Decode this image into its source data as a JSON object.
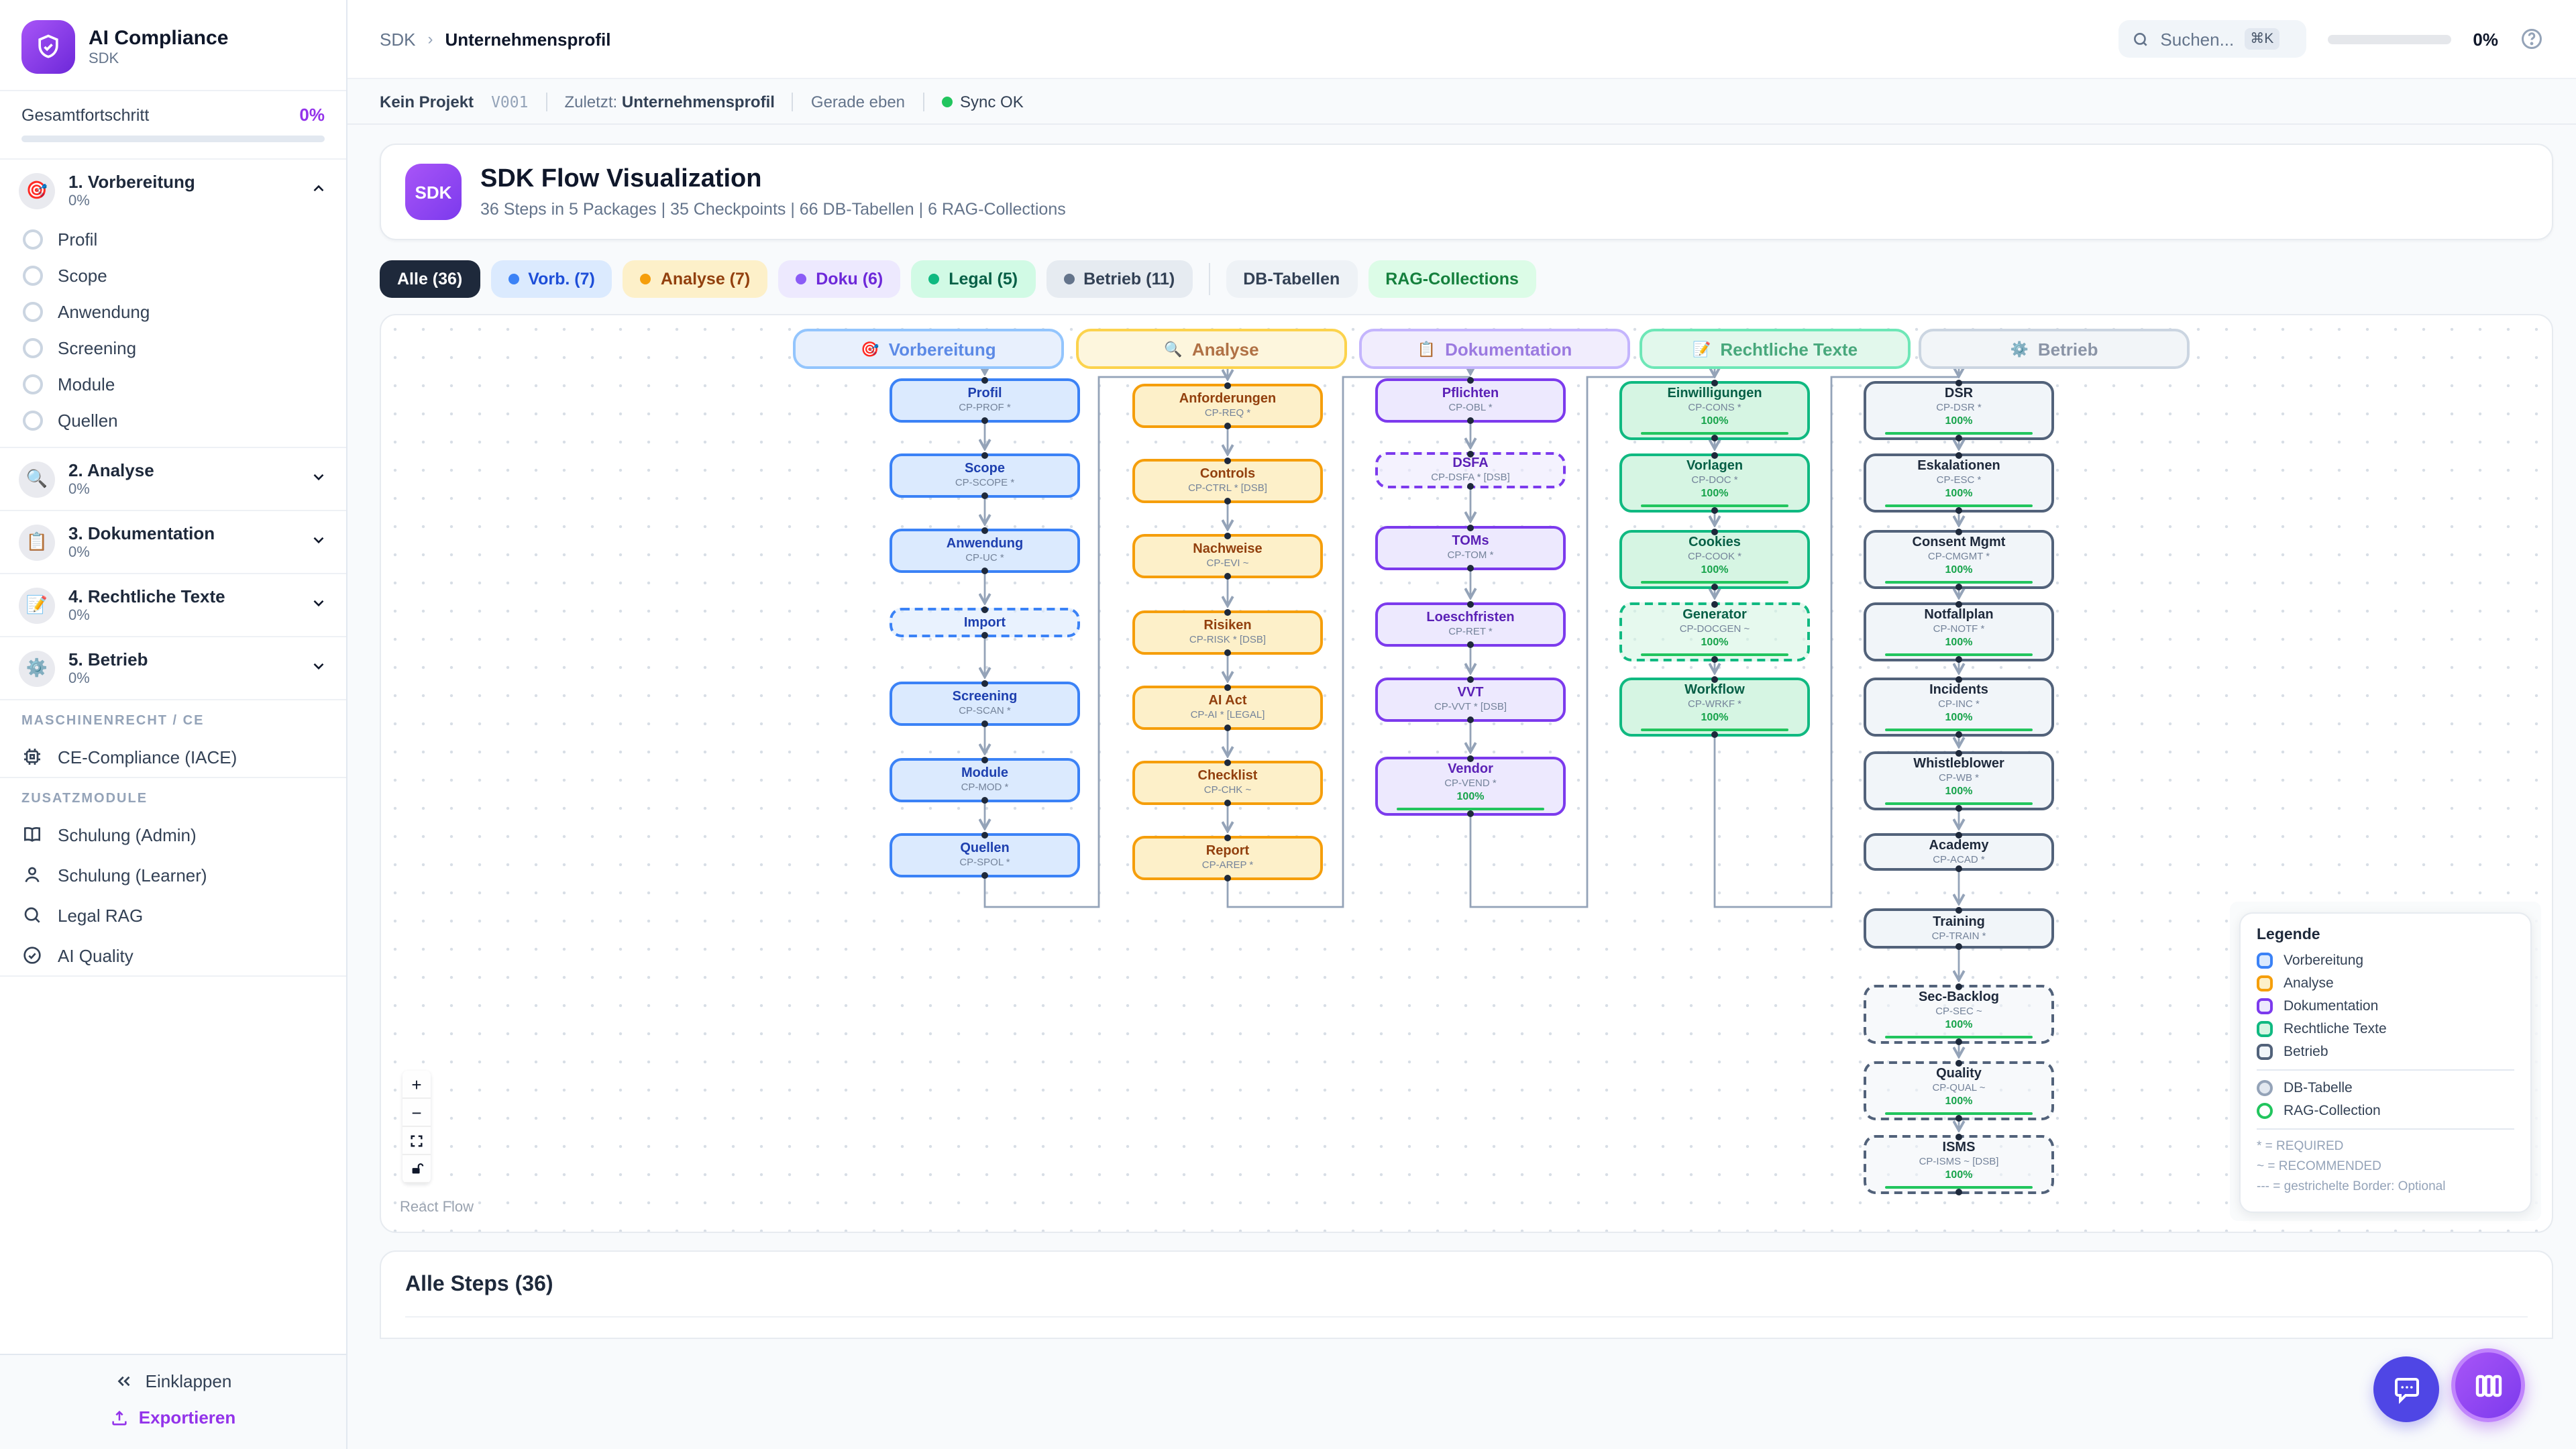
{
  "sidebar": {
    "brand": {
      "title": "AI Compliance",
      "subtitle": "SDK"
    },
    "overall": {
      "label": "Gesamtfortschritt",
      "value": "0%"
    },
    "sections": [
      {
        "emoji": "🎯",
        "label": "1. Vorbereitung",
        "pct": "0%",
        "expanded": true,
        "items": [
          "Profil",
          "Scope",
          "Anwendung",
          "Screening",
          "Module",
          "Quellen"
        ]
      },
      {
        "emoji": "🔍",
        "label": "2. Analyse",
        "pct": "0%",
        "expanded": false,
        "items": []
      },
      {
        "emoji": "📋",
        "label": "3. Dokumentation",
        "pct": "0%",
        "expanded": false,
        "items": []
      },
      {
        "emoji": "📝",
        "label": "4. Rechtliche Texte",
        "pct": "0%",
        "expanded": false,
        "items": []
      },
      {
        "emoji": "⚙️",
        "label": "5. Betrieb",
        "pct": "0%",
        "expanded": false,
        "items": []
      }
    ],
    "groups": [
      {
        "header": "MASCHINENRECHT / CE",
        "items": [
          {
            "icon": "chip-icon",
            "label": "CE-Compliance (IACE)"
          }
        ]
      },
      {
        "header": "ZUSATZMODULE",
        "items": [
          {
            "icon": "book-icon",
            "label": "Schulung (Admin)"
          },
          {
            "icon": "user-icon",
            "label": "Schulung (Learner)"
          },
          {
            "icon": "search-icon",
            "label": "Legal RAG"
          },
          {
            "icon": "check-circle-icon",
            "label": "AI Quality"
          }
        ]
      }
    ],
    "footer": {
      "collapse": "Einklappen",
      "export": "Exportieren"
    }
  },
  "header": {
    "breadcrumb": {
      "root": "SDK",
      "current": "Unternehmensprofil"
    },
    "search": {
      "placeholder": "Suchen...",
      "shortcut": "⌘K"
    },
    "progress": "0%"
  },
  "statusbar": {
    "project": "Kein Projekt",
    "version": "V001",
    "last_label": "Zuletzt:",
    "last_value": "Unternehmensprofil",
    "time": "Gerade eben",
    "sync": "Sync OK"
  },
  "overview": {
    "badge": "SDK",
    "title": "SDK Flow Visualization",
    "subtitle": "36 Steps in 5 Packages | 35 Checkpoints | 66 DB-Tabellen | 6 RAG-Collections"
  },
  "filters": {
    "pills": [
      {
        "label": "Alle (36)",
        "style": "all",
        "dot": null
      },
      {
        "label": "Vorb. (7)",
        "style": "blue",
        "dot": "#3b82f6"
      },
      {
        "label": "Analyse (7)",
        "style": "yellow",
        "dot": "#f59e0b"
      },
      {
        "label": "Doku (6)",
        "style": "purple",
        "dot": "#8b5cf6"
      },
      {
        "label": "Legal (5)",
        "style": "green",
        "dot": "#10b981"
      },
      {
        "label": "Betrieb (11)",
        "style": "slate",
        "dot": "#64748b"
      }
    ],
    "extra": [
      {
        "label": "DB-Tabellen",
        "style": "gray"
      },
      {
        "label": "RAG-Collections",
        "style": "rag"
      }
    ]
  },
  "flow": {
    "packages": [
      {
        "emoji": "🎯",
        "name": "Vorbereitung",
        "color": "blue",
        "steps": [
          {
            "title": "Profil",
            "code": "CP-PROF *"
          },
          {
            "title": "Scope",
            "code": "CP-SCOPE *"
          },
          {
            "title": "Anwendung",
            "code": "CP-UC *"
          },
          {
            "title": "Import",
            "code": "",
            "dashed": true
          },
          {
            "title": "Screening",
            "code": "CP-SCAN *"
          },
          {
            "title": "Module",
            "code": "CP-MOD *"
          },
          {
            "title": "Quellen",
            "code": "CP-SPOL *"
          }
        ]
      },
      {
        "emoji": "🔍",
        "name": "Analyse",
        "color": "yellow",
        "steps": [
          {
            "title": "Anforderungen",
            "code": "CP-REQ *"
          },
          {
            "title": "Controls",
            "code": "CP-CTRL * [DSB]"
          },
          {
            "title": "Nachweise",
            "code": "CP-EVI ~"
          },
          {
            "title": "Risiken",
            "code": "CP-RISK * [DSB]"
          },
          {
            "title": "AI Act",
            "code": "CP-AI * [LEGAL]"
          },
          {
            "title": "Checklist",
            "code": "CP-CHK ~"
          },
          {
            "title": "Report",
            "code": "CP-AREP *"
          }
        ]
      },
      {
        "emoji": "📋",
        "name": "Dokumentation",
        "color": "purple",
        "steps": [
          {
            "title": "Pflichten",
            "code": "CP-OBL *"
          },
          {
            "title": "DSFA",
            "code": "CP-DSFA * [DSB]",
            "dashed": true
          },
          {
            "title": "TOMs",
            "code": "CP-TOM *"
          },
          {
            "title": "Loeschfristen",
            "code": "CP-RET *"
          },
          {
            "title": "VVT",
            "code": "CP-VVT * [DSB]"
          },
          {
            "title": "Vendor",
            "code": "CP-VEND *",
            "progress": "100%"
          }
        ]
      },
      {
        "emoji": "📝",
        "name": "Rechtliche Texte",
        "color": "green",
        "steps": [
          {
            "title": "Einwilligungen",
            "code": "CP-CONS *",
            "progress": "100%"
          },
          {
            "title": "Vorlagen",
            "code": "CP-DOC *",
            "progress": "100%"
          },
          {
            "title": "Cookies",
            "code": "CP-COOK *",
            "progress": "100%"
          },
          {
            "title": "Generator",
            "code": "CP-DOCGEN ~",
            "progress": "100%",
            "dashed": true
          },
          {
            "title": "Workflow",
            "code": "CP-WRKF *",
            "progress": "100%"
          }
        ]
      },
      {
        "emoji": "⚙️",
        "name": "Betrieb",
        "color": "slate",
        "steps": [
          {
            "title": "DSR",
            "code": "CP-DSR *",
            "progress": "100%"
          },
          {
            "title": "Eskalationen",
            "code": "CP-ESC *",
            "progress": "100%"
          },
          {
            "title": "Consent Mgmt",
            "code": "CP-CMGMT *",
            "progress": "100%"
          },
          {
            "title": "Notfallplan",
            "code": "CP-NOTF *",
            "progress": "100%"
          },
          {
            "title": "Incidents",
            "code": "CP-INC *",
            "progress": "100%"
          },
          {
            "title": "Whistleblower",
            "code": "CP-WB *",
            "progress": "100%"
          },
          {
            "title": "Academy",
            "code": "CP-ACAD *"
          },
          {
            "title": "Training",
            "code": "CP-TRAIN *"
          },
          {
            "title": "Sec-Backlog",
            "code": "CP-SEC ~",
            "progress": "100%",
            "dashed": true
          },
          {
            "title": "Quality",
            "code": "CP-QUAL ~",
            "progress": "100%",
            "dashed": true
          },
          {
            "title": "ISMS",
            "code": "CP-ISMS ~ [DSB]",
            "progress": "100%",
            "dashed": true
          }
        ]
      }
    ]
  },
  "legend": {
    "title": "Legende",
    "packages": [
      "Vorbereitung",
      "Analyse",
      "Dokumentation",
      "Rechtliche Texte",
      "Betrieb"
    ],
    "db": "DB-Tabelle",
    "rag": "RAG-Collection",
    "notes": [
      "* = REQUIRED",
      "~ = RECOMMENDED",
      "--- = gestrichelte Border: Optional"
    ]
  },
  "flow_controls": {
    "attribution": "React Flow"
  },
  "bottom": {
    "title": "Alle Steps (36)"
  },
  "colors": {
    "accent": "#9333ea",
    "sync_ok": "#22c55e",
    "progress_green": "#22c55e",
    "blue": {
      "bg": "#dbeafe",
      "border": "#3b82f6",
      "text": "#1e40af",
      "head_text": "#5c8ae6",
      "head_border": "#93c5fd",
      "head_bg": "#e8f0fd"
    },
    "yellow": {
      "bg": "#fdf0c9",
      "border": "#f59e0b",
      "text": "#92400e",
      "head_text": "#b07145",
      "head_border": "#fcd34d",
      "head_bg": "#fdf6dd"
    },
    "purple": {
      "bg": "#ede9fe",
      "border": "#7c3aed",
      "text": "#5b21b6",
      "head_text": "#9b7ae0",
      "head_border": "#c4b5fd",
      "head_bg": "#f1edfd"
    },
    "green": {
      "bg": "#d6f5e3",
      "border": "#10b981",
      "text": "#065f46",
      "head_text": "#48a87c",
      "head_border": "#6ee7b7",
      "head_bg": "#e2f8ec"
    },
    "slate": {
      "bg": "#f1f5f9",
      "border": "#52627a",
      "text": "#1e293b",
      "head_text": "#8a94a6",
      "head_border": "#cbd5e1",
      "head_bg": "#f2f5f8"
    }
  }
}
